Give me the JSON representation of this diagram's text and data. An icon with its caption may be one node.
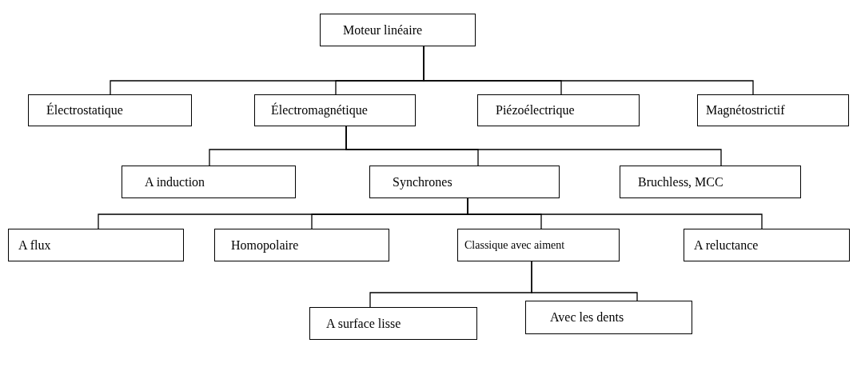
{
  "diagram": {
    "nodes": [
      {
        "text": [
          "Moteur linéaire"
        ]
      },
      {
        "text": [
          "Électrostatique"
        ]
      },
      {
        "text": [
          "Électromagnétique"
        ]
      },
      {
        "text": [
          "Piézoélectrique"
        ]
      },
      {
        "text": [
          "Magnétostrictif"
        ]
      },
      {
        "text": [
          "A induction"
        ]
      },
      {
        "text": [
          "Synchrones"
        ]
      },
      {
        "text": [
          "Bruchless, MCC"
        ]
      },
      {
        "text": [
          "A flux"
        ]
      },
      {
        "text": [
          "Homopolaire"
        ]
      },
      {
        "text": [
          "Classique avec aiment"
        ]
      },
      {
        "text": [
          "A reluctance"
        ]
      },
      {
        "text": [
          "A surface lisse"
        ]
      },
      {
        "text": [
          "Avec les dents"
        ]
      }
    ],
    "edges": [
      {
        "from": 0,
        "to": 1,
        "arrow": "none"
      },
      {
        "from": 0,
        "to": 2,
        "arrow": "none"
      },
      {
        "from": 0,
        "to": 3,
        "arrow": "none"
      },
      {
        "from": 0,
        "to": 4,
        "arrow": "none"
      },
      {
        "from": 2,
        "to": 5,
        "arrow": "none"
      },
      {
        "from": 2,
        "to": 6,
        "arrow": "none"
      },
      {
        "from": 2,
        "to": 7,
        "arrow": "none"
      },
      {
        "from": 6,
        "to": 8,
        "arrow": "none"
      },
      {
        "from": 6,
        "to": 9,
        "arrow": "none"
      },
      {
        "from": 6,
        "to": 10,
        "arrow": "none"
      },
      {
        "from": 6,
        "to": 11,
        "arrow": "none"
      },
      {
        "from": 10,
        "to": 12,
        "arrow": "none"
      },
      {
        "from": 10,
        "to": 13,
        "arrow": "none"
      }
    ]
  }
}
